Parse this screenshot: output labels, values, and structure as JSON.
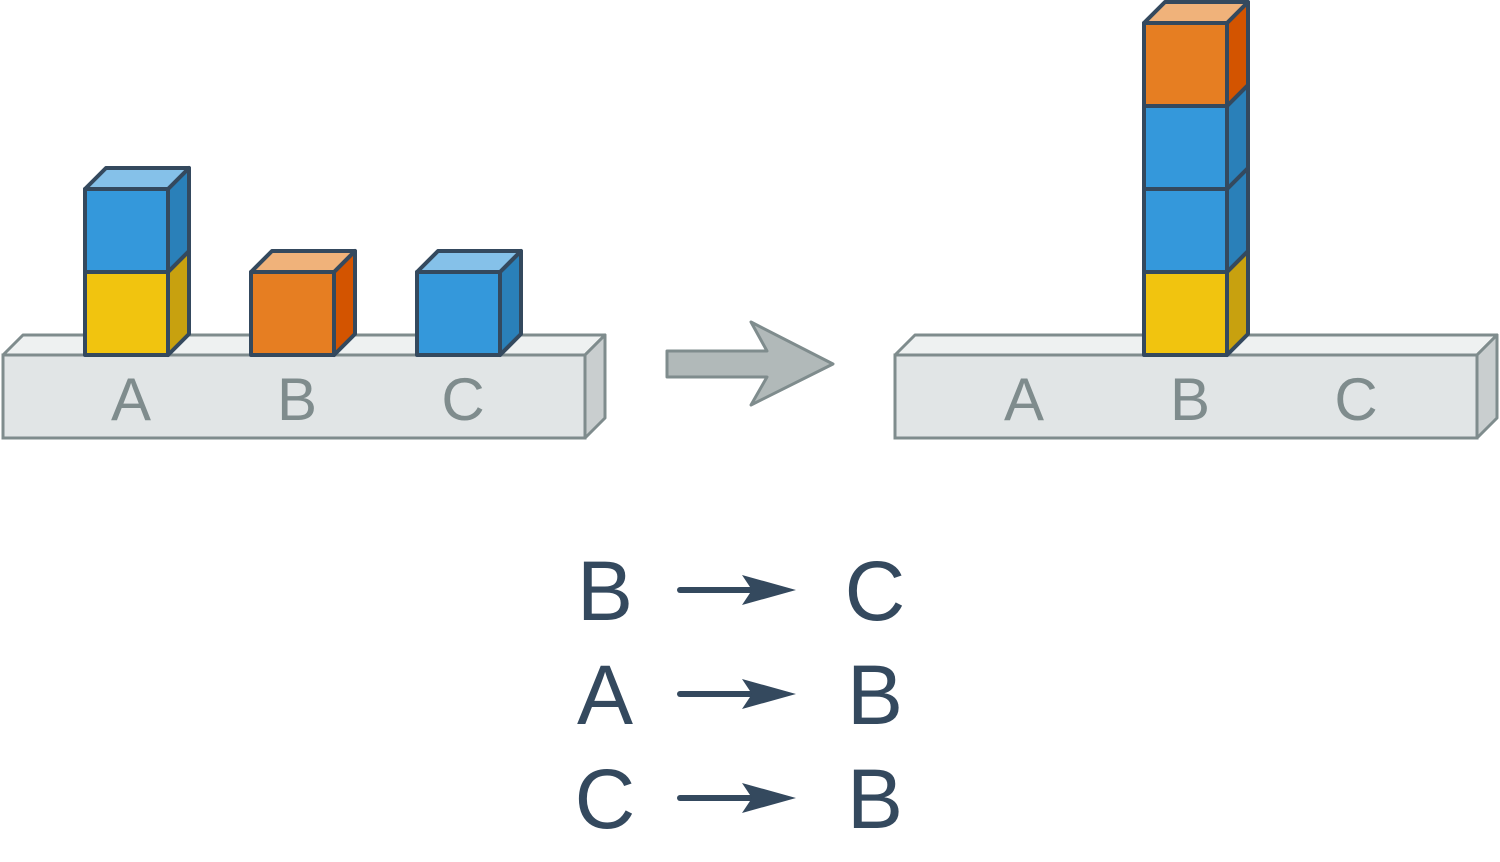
{
  "colors": {
    "outline": "#34495e",
    "base_front": "#e1e5e6",
    "base_top": "#eef1f1",
    "base_side": "#c9cecf",
    "base_outline": "#7f8c8d",
    "arrow_fill": "#b1b9b9",
    "arrow_outline": "#7f8c8d",
    "move_text": "#34495e",
    "slot_text": "#7f8c8d",
    "cube": {
      "blue": {
        "front": "#3498db",
        "top": "#85c1e9",
        "side": "#2a80b9"
      },
      "yellow": {
        "front": "#f1c40f",
        "top": "#f7dc6f",
        "side": "#c8a10f"
      },
      "orange": {
        "front": "#e67e22",
        "top": "#f0b27a",
        "side": "#d35400"
      }
    }
  },
  "initial_state": {
    "slots": [
      {
        "label": "A",
        "blocks": [
          "yellow",
          "blue"
        ]
      },
      {
        "label": "B",
        "blocks": [
          "orange"
        ]
      },
      {
        "label": "C",
        "blocks": [
          "blue"
        ]
      }
    ]
  },
  "final_state": {
    "slots": [
      {
        "label": "A",
        "blocks": []
      },
      {
        "label": "B",
        "blocks": [
          "yellow",
          "blue",
          "blue",
          "orange"
        ]
      },
      {
        "label": "C",
        "blocks": []
      }
    ]
  },
  "moves": [
    {
      "from": "B",
      "to": "C"
    },
    {
      "from": "A",
      "to": "B"
    },
    {
      "from": "C",
      "to": "B"
    }
  ]
}
